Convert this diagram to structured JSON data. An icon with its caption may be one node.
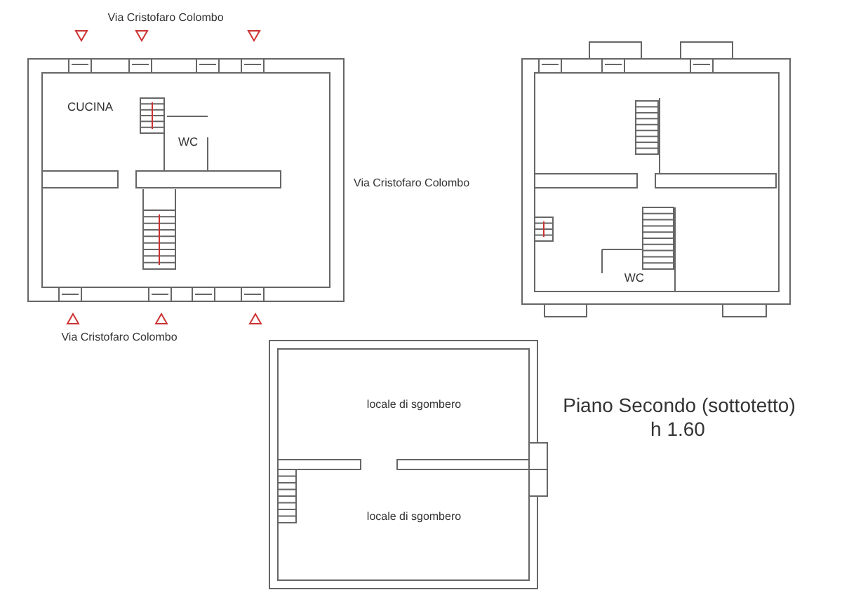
{
  "diagram": {
    "labels": [
      "Via Cristofaro Colombo",
      "CUCINA",
      "WC",
      "Via Cristofaro Colombo",
      "WC",
      "Via Cristofaro Colombo",
      "locale di sgombero",
      "Piano Secondo (sottotetto)",
      "h 1.60",
      "locale di sgombero"
    ]
  }
}
